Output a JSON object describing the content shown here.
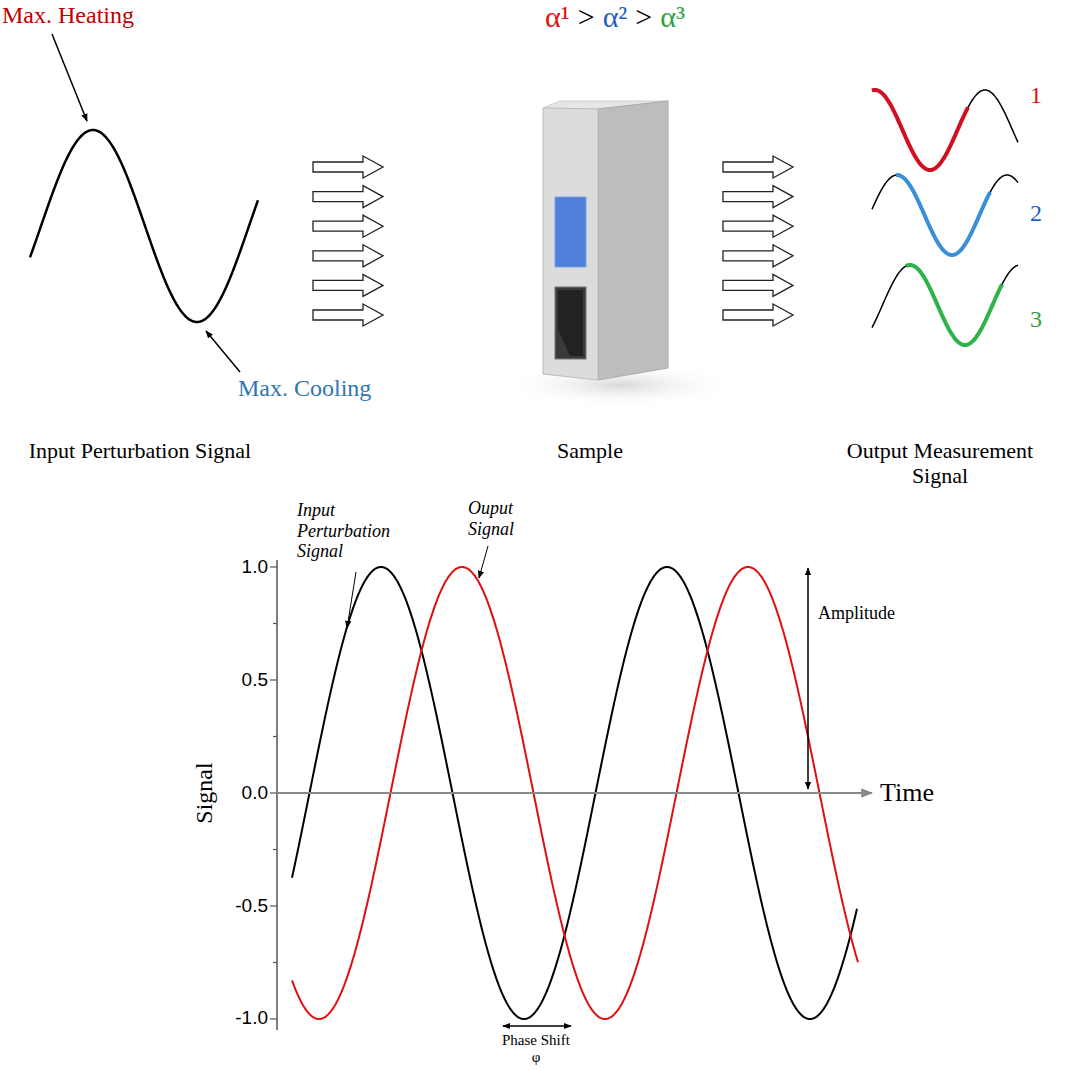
{
  "diagram": {
    "labels": [
      "Max. Heating",
      "Max. Cooling",
      "α¹",
      ">",
      "α²",
      ">",
      "α³",
      "1",
      "2",
      "3",
      "Input Perturbation Signal",
      "Sample",
      "Output Measurement Signal",
      "1.0",
      "0.5",
      "0.0",
      "-0.5",
      "-1.0",
      "Signal",
      "Time",
      "Input Perturbation Signal",
      "Ouput Signal",
      "Amplitude",
      "Phase Shift",
      "φ"
    ]
  }
}
